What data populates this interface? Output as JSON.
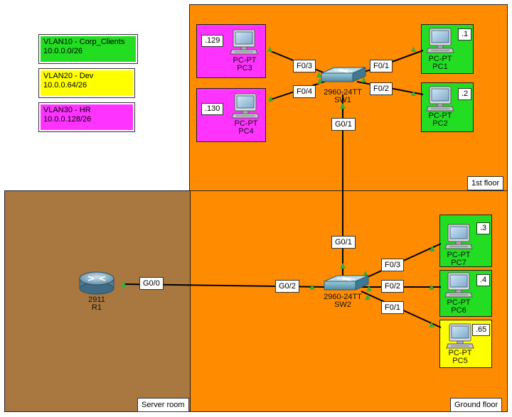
{
  "areas": {
    "first_floor": {
      "title": "1st floor",
      "color": "#FF8C00"
    },
    "ground_floor": {
      "title": "Ground floor",
      "color": "#FF8C00"
    },
    "server_room": {
      "title": "Server room",
      "color": "#A87840"
    }
  },
  "legend": [
    {
      "title": "VLAN10 - Corp_Clients",
      "subnet": "10.0.0.0/26",
      "color": "#22DD22"
    },
    {
      "title": "VLAN20 - Dev",
      "subnet": "10.0.0.64/26",
      "color": "#FFFF00"
    },
    {
      "title": "VLAN30 - HR",
      "subnet": "10.0.0.128/26",
      "color": "#FF33FF"
    }
  ],
  "devices": {
    "pc1": {
      "type": "PC-PT",
      "name": "PC1",
      "ip": ".1",
      "color": "#22DD22"
    },
    "pc2": {
      "type": "PC-PT",
      "name": "PC2",
      "ip": ".2",
      "color": "#22DD22"
    },
    "pc3": {
      "type": "PC-PT",
      "name": "PC3",
      "ip": ".129",
      "color": "#FF33FF"
    },
    "pc4": {
      "type": "PC-PT",
      "name": "PC4",
      "ip": ".130",
      "color": "#FF33FF"
    },
    "pc5": {
      "type": "PC-PT",
      "name": "PC5",
      "ip": ".65",
      "color": "#FFFF00"
    },
    "pc6": {
      "type": "PC-PT",
      "name": "PC6",
      "ip": ".4",
      "color": "#22DD22"
    },
    "pc7": {
      "type": "PC-PT",
      "name": "PC7",
      "ip": ".3",
      "color": "#22DD22"
    },
    "sw1": {
      "model": "2960-24TT",
      "name": "SW1"
    },
    "sw2": {
      "model": "2960-24TT",
      "name": "SW2"
    },
    "r1": {
      "model": "2911",
      "name": "R1"
    }
  },
  "ports": {
    "sw1_f03": "F0/3",
    "sw1_f04": "F0/4",
    "sw1_f01": "F0/1",
    "sw1_f02": "F0/2",
    "sw1_g01": "G0/1",
    "sw2_g01": "G0/1",
    "sw2_g02": "G0/2",
    "sw2_f03": "F0/3",
    "sw2_f02": "F0/2",
    "sw2_f01": "F0/1",
    "r1_g00": "G0/0"
  },
  "colors": {
    "link": "#000000",
    "link_up": "#3DAA3D"
  }
}
